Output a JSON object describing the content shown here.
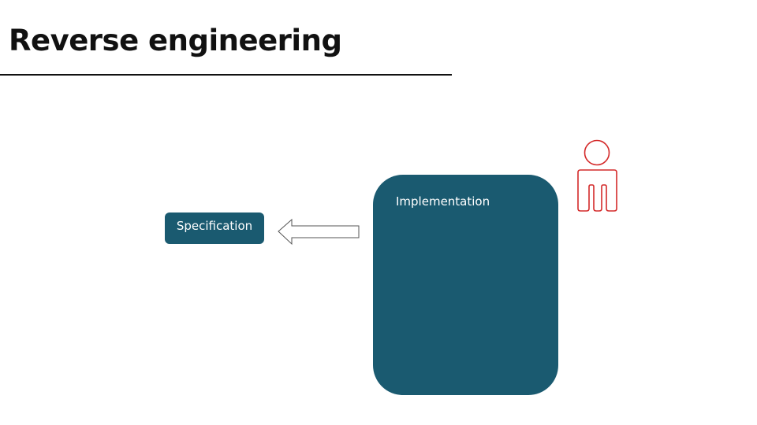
{
  "title": "Reverse engineering",
  "diagram": {
    "nodes": [
      {
        "id": "specification",
        "label": "Specification"
      },
      {
        "id": "implementation",
        "label": "Implementation"
      }
    ],
    "edges": [
      {
        "from": "implementation",
        "to": "specification",
        "style": "outlined block arrow"
      }
    ],
    "actor": {
      "icon": "person-icon",
      "color": "#d42a2a"
    },
    "box_color": "#1a5a70"
  }
}
